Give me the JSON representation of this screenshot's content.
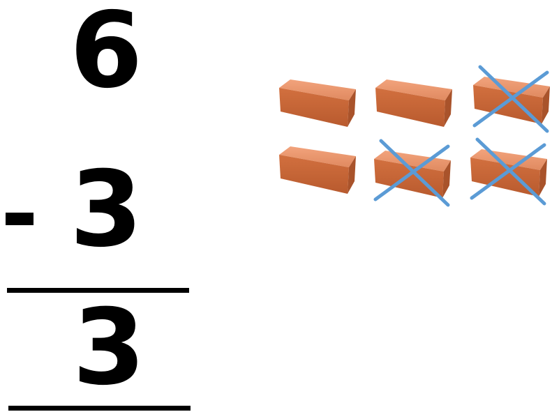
{
  "problem": {
    "minuend": "6",
    "subtrahend": "3",
    "difference": "3",
    "operator": "minus"
  },
  "bricks": {
    "total": 6,
    "crossed_out": 3,
    "remaining": 3,
    "rows": [
      [
        {
          "crossed": false
        },
        {
          "crossed": false
        },
        {
          "crossed": true
        }
      ],
      [
        {
          "crossed": false
        },
        {
          "crossed": true
        },
        {
          "crossed": true
        }
      ]
    ],
    "brick_color": "#d9784c",
    "cross_color": "#5b9bd5"
  }
}
